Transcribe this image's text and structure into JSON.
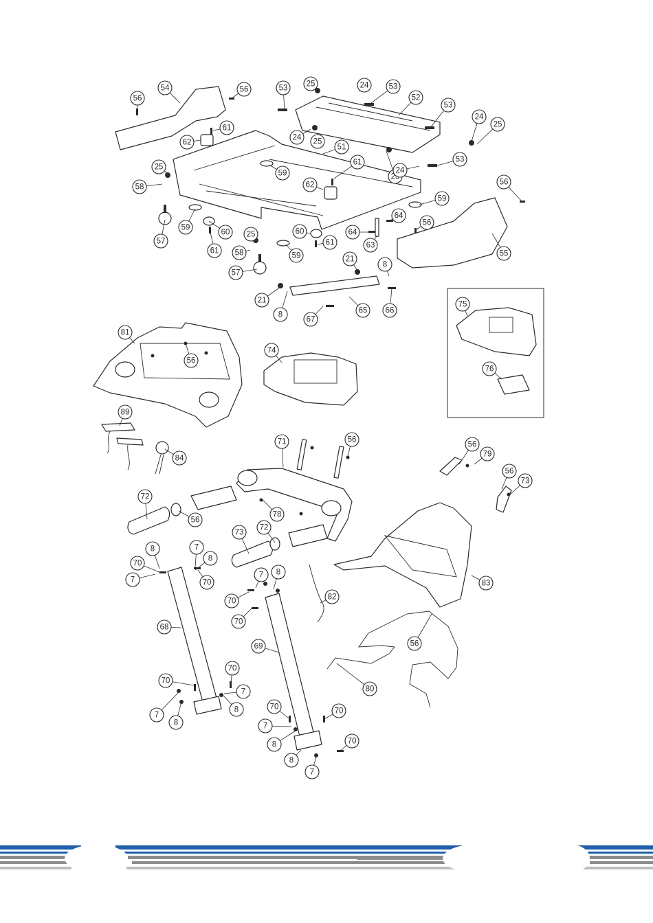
{
  "diagram": {
    "callout_labels": [
      "56",
      "54",
      "56",
      "53",
      "25",
      "24",
      "53",
      "52",
      "53",
      "24",
      "25",
      "61",
      "62",
      "24",
      "25",
      "51",
      "61",
      "25",
      "59",
      "58",
      "62",
      "25",
      "24",
      "53",
      "56",
      "59",
      "57",
      "59",
      "60",
      "61",
      "60",
      "25",
      "58",
      "61",
      "59",
      "56",
      "64",
      "64",
      "63",
      "55",
      "57",
      "21",
      "8",
      "21",
      "8",
      "67",
      "65",
      "66",
      "75",
      "76",
      "81",
      "56",
      "74",
      "89",
      "84",
      "71",
      "56",
      "78",
      "56",
      "79",
      "56",
      "73",
      "72",
      "56",
      "73",
      "72",
      "8",
      "7",
      "70",
      "8",
      "7",
      "70",
      "7",
      "8",
      "82",
      "70",
      "70",
      "83",
      "68",
      "69",
      "56",
      "80",
      "70",
      "70",
      "7",
      "7",
      "8",
      "8",
      "70",
      "70",
      "7",
      "8",
      "70",
      "8",
      "7"
    ],
    "inset_frame": "display-options-inset"
  },
  "footer": {
    "stripe_colors": {
      "blue": "#1f5ea8",
      "grey": "#8c8c8c",
      "light_grey": "#bdbdbd"
    }
  }
}
